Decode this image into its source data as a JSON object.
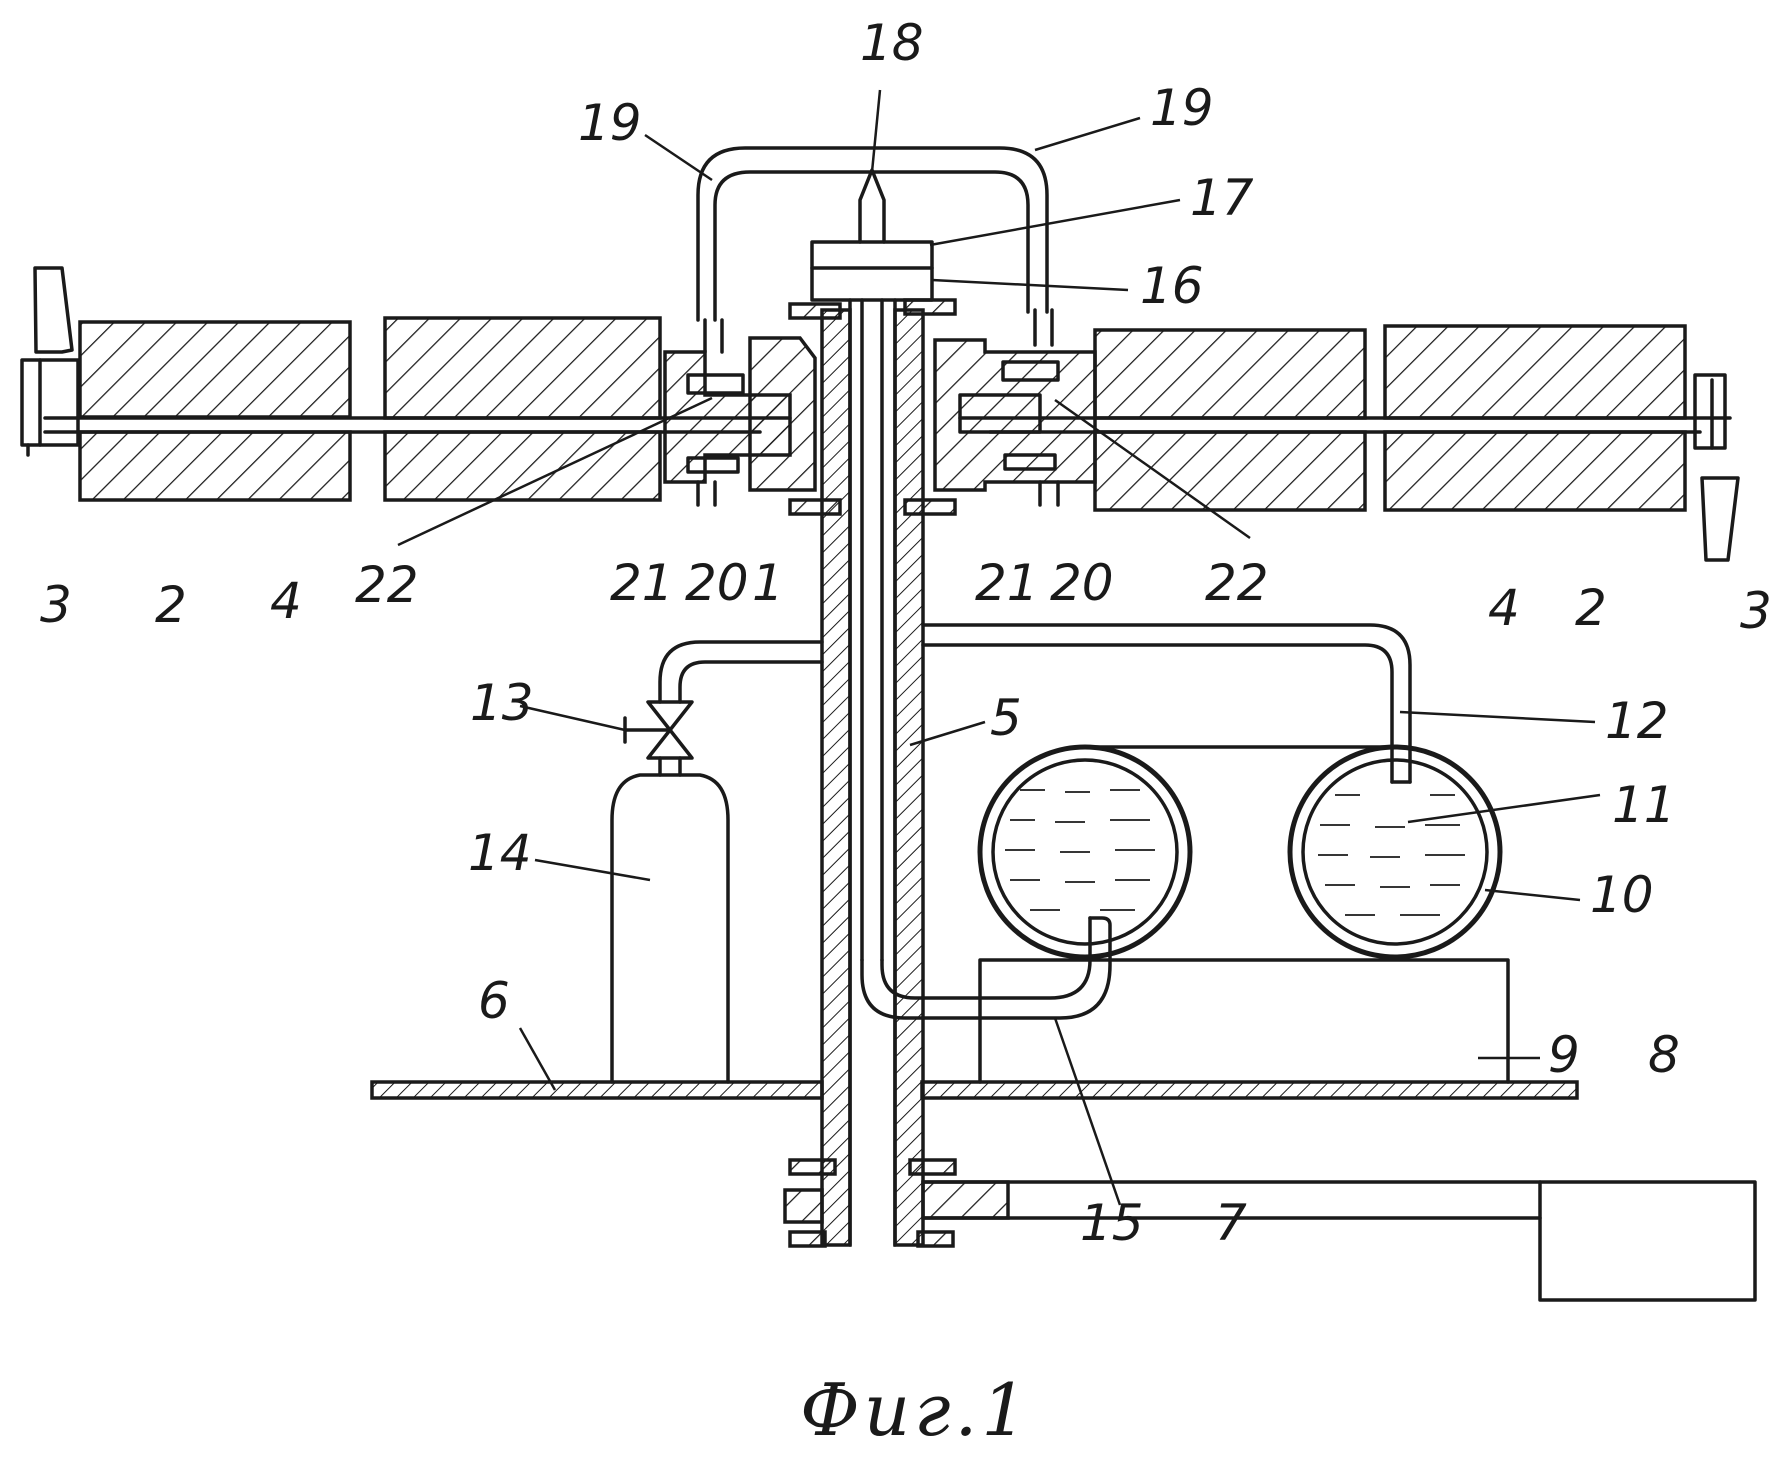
{
  "figure": {
    "caption": "Фиг.1",
    "labels": {
      "n1": "1",
      "n2": "2",
      "n3": "3",
      "n4": "4",
      "n5": "5",
      "n6": "6",
      "n7": "7",
      "n8": "8",
      "n9": "9",
      "n10": "10",
      "n11": "11",
      "n12": "12",
      "n13": "13",
      "n14": "14",
      "n15": "15",
      "n16": "16",
      "n17": "17",
      "n18": "18",
      "n19": "19",
      "n20": "20",
      "n21": "21",
      "n22": "22"
    }
  }
}
